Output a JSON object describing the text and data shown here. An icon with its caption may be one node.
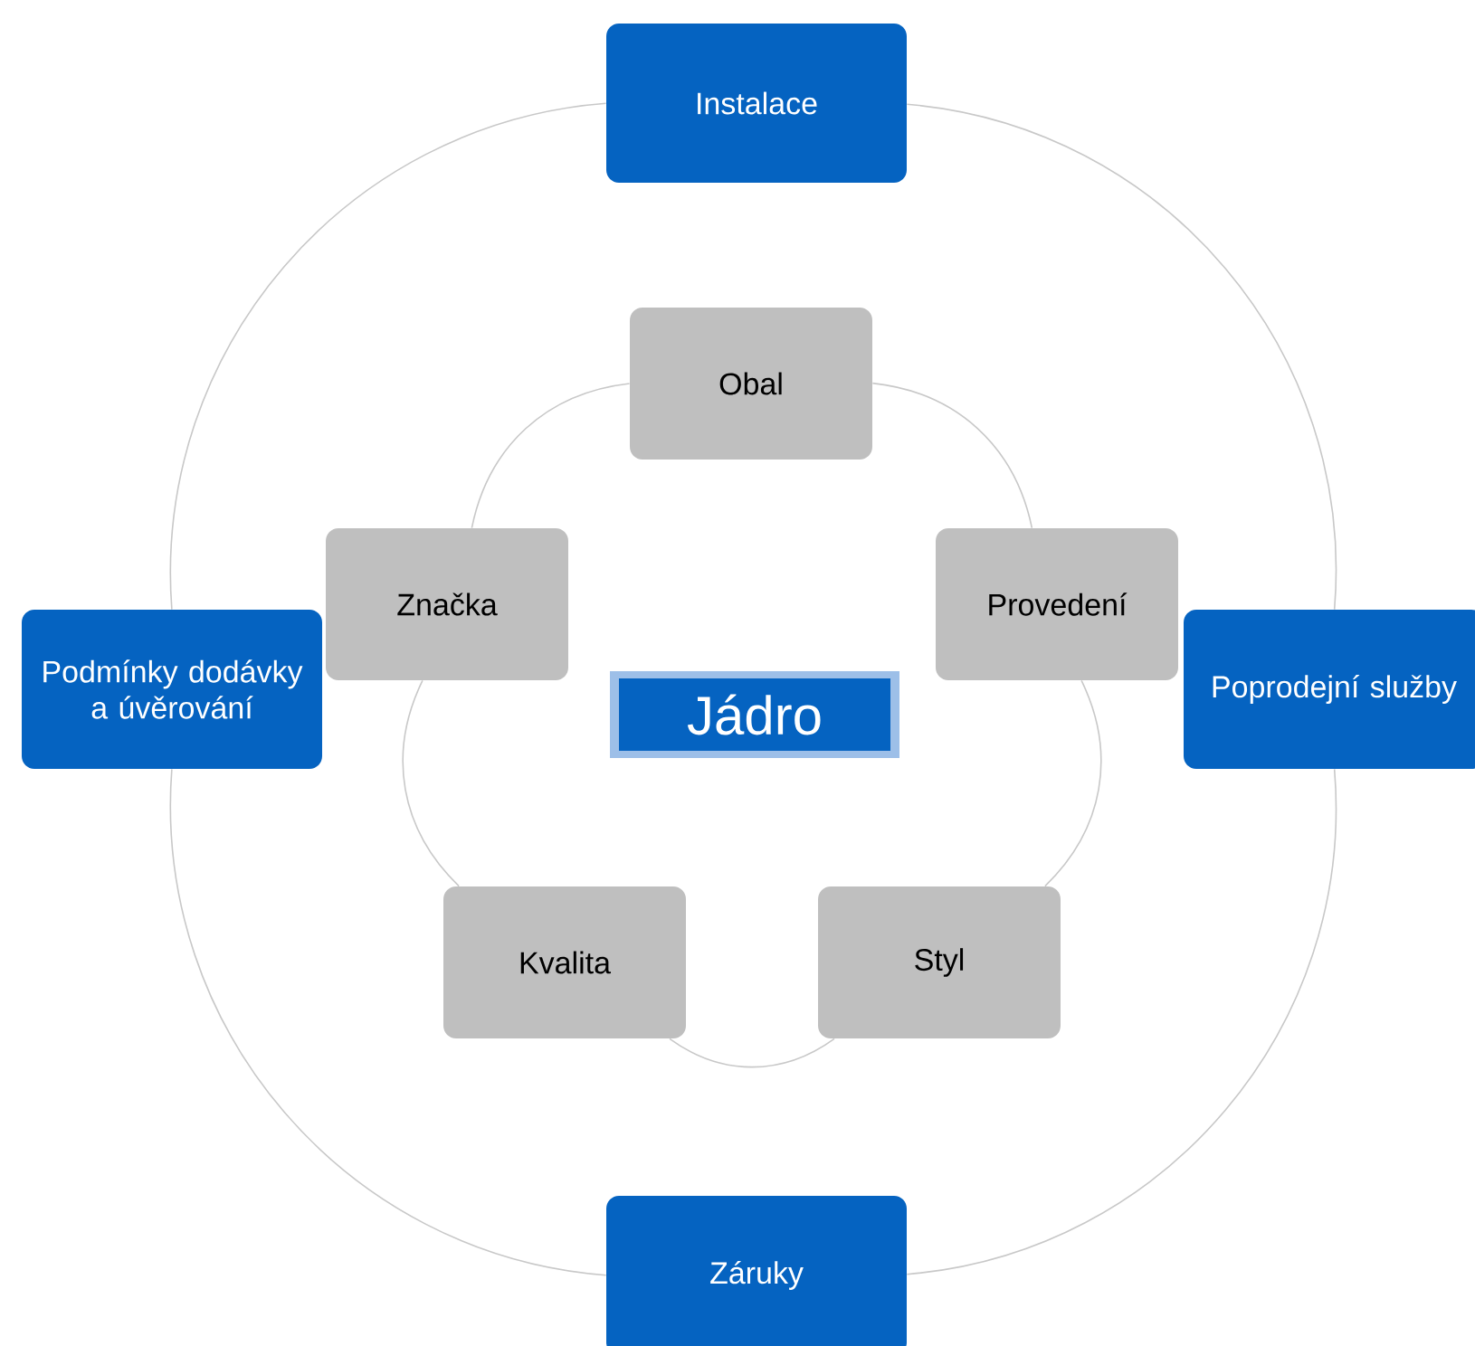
{
  "diagram": {
    "nodes": [
      {
        "text": [
          "Instalace"
        ]
      },
      {
        "text": [
          "Obal"
        ]
      },
      {
        "text": [
          "Značka"
        ]
      },
      {
        "text": [
          "Provedení"
        ]
      },
      {
        "text": [
          "Podmínky dodávky a úvěrování"
        ]
      },
      {
        "text": [
          "Jádro"
        ]
      },
      {
        "text": [
          "Poprodejní služby"
        ]
      },
      {
        "text": [
          "Kvalita"
        ]
      },
      {
        "text": [
          "Styl"
        ]
      },
      {
        "text": [
          "Záruky"
        ]
      }
    ],
    "edges": [
      {
        "from": 1,
        "to": 3,
        "arrow": "none"
      },
      {
        "from": 3,
        "to": 8,
        "arrow": "none"
      },
      {
        "from": 8,
        "to": 7,
        "arrow": "none"
      },
      {
        "from": 7,
        "to": 2,
        "arrow": "none"
      },
      {
        "from": 2,
        "to": 1,
        "arrow": "none"
      },
      {
        "from": 0,
        "to": 6,
        "arrow": "none"
      },
      {
        "from": 6,
        "to": 9,
        "arrow": "none"
      },
      {
        "from": 9,
        "to": 4,
        "arrow": "none"
      },
      {
        "from": 4,
        "to": 0,
        "arrow": "none"
      }
    ]
  }
}
